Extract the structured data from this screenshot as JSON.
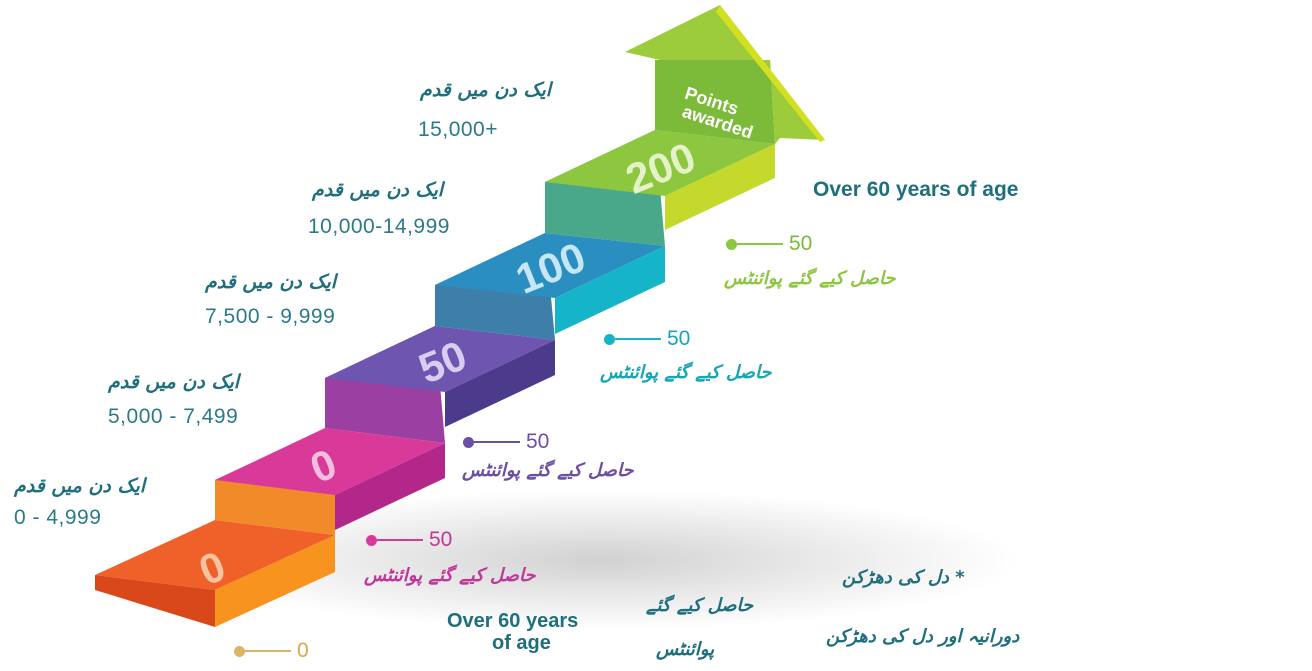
{
  "step_label_urdu": "ایک دن میں قدم",
  "points_label_urdu": "حاصل کیے گئے پوائنٹس",
  "arrow_label_line1": "Points",
  "arrow_label_line2": "awarded",
  "side_heading": "Over 60 years of age",
  "steps": [
    {
      "range": "0 - 4,999",
      "points": "0",
      "awarded": "0",
      "color": "#f15a24"
    },
    {
      "range": "5,000 - 7,499",
      "points": "0",
      "awarded": "50",
      "color": "#c0379a"
    },
    {
      "range": "7,500 - 9,999",
      "points": "50",
      "awarded": "50",
      "color": "#6a4fa3"
    },
    {
      "range": "10,000-14,999",
      "points": "100",
      "awarded": "50",
      "color": "#1fa6b8"
    },
    {
      "range": "15,000+",
      "points": "200",
      "awarded": "50",
      "color": "#7cc242"
    }
  ],
  "footer": {
    "age_line1": "Over 60 years",
    "age_line2": "of age",
    "points_line1": "حاصل کیے گئے",
    "points_line2": "پوائنٹس",
    "heart_rate": "دل کی دھڑکن *",
    "duration": "دورانیہ اور دل کی دھڑکن"
  }
}
